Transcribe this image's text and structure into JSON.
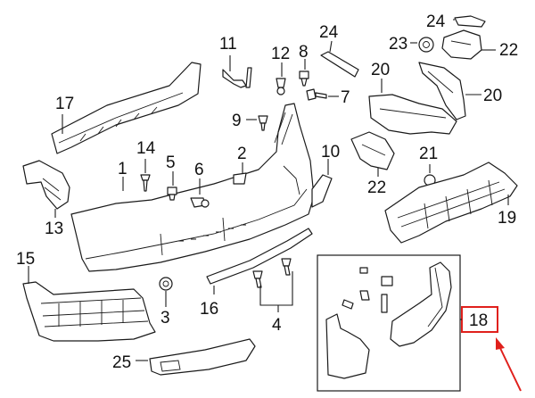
{
  "callouts": {
    "c1": "1",
    "c3": "3",
    "c4": "4",
    "c5": "5",
    "c6": "6",
    "c7": "7",
    "c8": "8",
    "c9": "9",
    "c10": "10",
    "c11": "11",
    "c12": "12",
    "c13": "13",
    "c14": "14",
    "c15": "15",
    "c16": "16",
    "c17": "17",
    "c18": "18",
    "c19": "19",
    "c20a": "20",
    "c20b": "20",
    "c21": "21",
    "c22a": "22",
    "c22b": "22",
    "c23": "23",
    "c24a": "24",
    "c24b": "24",
    "c25": "25",
    "c2": "2"
  },
  "highlight": {
    "callout": "18",
    "color": "#e0201c"
  },
  "colors": {
    "line": "#1a1a1a",
    "accent": "#e0201c"
  }
}
